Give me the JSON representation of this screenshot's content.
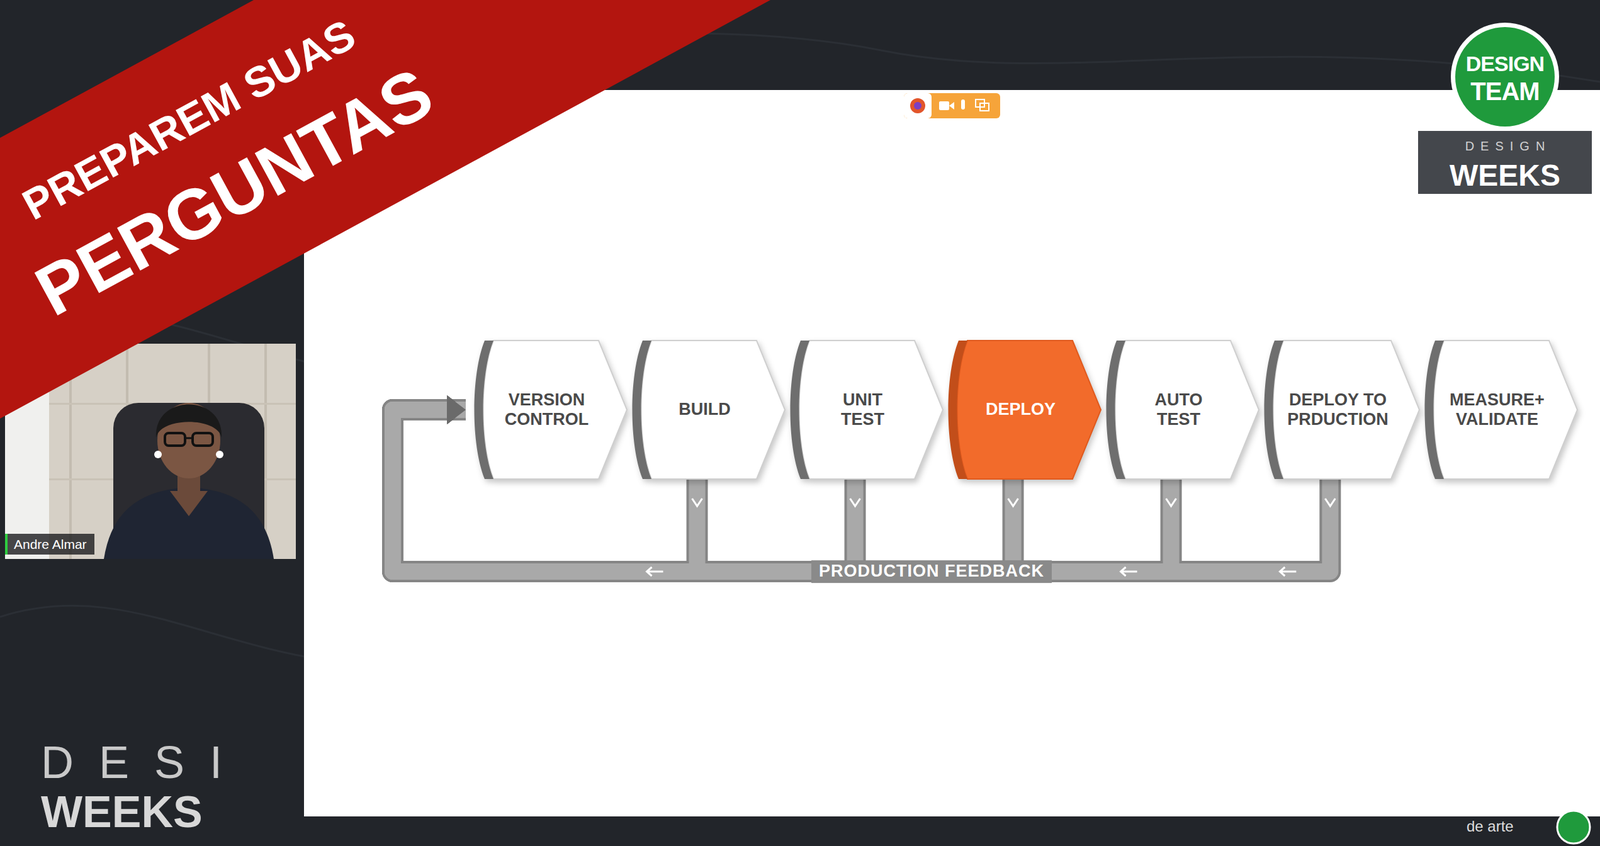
{
  "diagram": {
    "nodes": [
      {
        "text": [
          "VERSION CONTROL"
        ]
      },
      {
        "text": [
          "BUILD"
        ]
      },
      {
        "text": [
          "UNIT TEST"
        ]
      },
      {
        "text": [
          "DEPLOY"
        ]
      },
      {
        "text": [
          "AUTO TEST"
        ]
      },
      {
        "text": [
          "DEPLOY TO PRDUCTION"
        ]
      },
      {
        "text": [
          "MEASURE+ VALIDATE"
        ]
      }
    ],
    "edges": [
      {
        "from": 1,
        "to": 0,
        "arrow": "to"
      },
      {
        "from": 2,
        "to": 0,
        "arrow": "to"
      },
      {
        "from": 3,
        "to": 0,
        "arrow": "to"
      },
      {
        "from": 4,
        "to": 0,
        "arrow": "to"
      },
      {
        "from": 5,
        "to": 0,
        "arrow": "to"
      }
    ],
    "labels": [
      "PREPAREM SUAS",
      "PERGUNTAS",
      "Andre Almar",
      "DESIGN",
      "TEAM",
      "DESIGN",
      "WEEKS",
      "PRODUCTION FEEDBACK",
      "DESI",
      "WEEKS",
      "de arte"
    ]
  }
}
